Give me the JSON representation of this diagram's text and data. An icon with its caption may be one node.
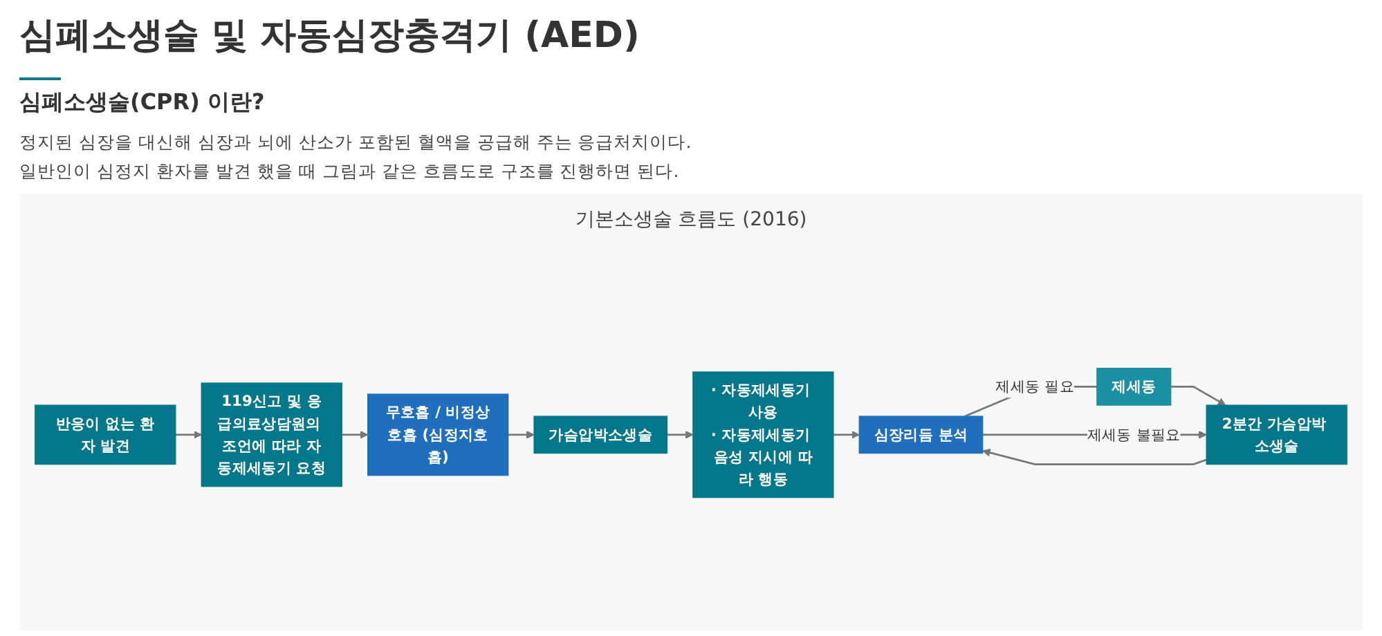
{
  "diagram": {
    "title": "심폐소생술 및 자동심장충격기 (AED)",
    "nodes": [
      {
        "text": [
          "반응이 없는 환자 발견"
        ]
      },
      {
        "text": [
          "119신고 및 응급의료상담원의 조언에 따라 자동제세동기 요청"
        ]
      },
      {
        "text": [
          "무호흡 / 비정상호흡 (심정지호흡)"
        ]
      },
      {
        "text": [
          "가슴압박소생술"
        ]
      },
      {
        "text": [
          "· 자동제세동기 사용",
          "· 자동제세동기 음성 지시에 따라 행동"
        ]
      },
      {
        "text": [
          "심장리듬 분석"
        ]
      },
      {
        "text": [
          "제세동"
        ]
      },
      {
        "text": [
          "2분간 가슴압박 소생술"
        ]
      }
    ],
    "edges": [
      {
        "from": 0,
        "to": 1,
        "arrow": "to"
      },
      {
        "from": 1,
        "to": 2,
        "arrow": "to"
      },
      {
        "from": 2,
        "to": 3,
        "arrow": "to"
      },
      {
        "from": 3,
        "to": 4,
        "arrow": "to"
      },
      {
        "from": 4,
        "to": 5,
        "arrow": "to"
      },
      {
        "from": 5,
        "to": 6,
        "arrow": "none",
        "label": "제세동 필요"
      },
      {
        "from": 6,
        "to": 7,
        "arrow": "to"
      },
      {
        "from": 7,
        "to": 5,
        "arrow": "to"
      },
      {
        "from": 5,
        "to": 7,
        "arrow": "to",
        "label": "제세동 불필요"
      }
    ],
    "labels": [
      "심폐소생술(CPR) 이란?",
      "기본소생술 흐름도 (2016)",
      "정지된 심장을 대신해 심장과 뇌에 산소가 포함된 혈액을 공급해 주는 응급처치이다.",
      "일반인이 심정지 환자를 발견 했을 때 그림과 같은 흐름도로 구조를 진행하면 된다."
    ]
  }
}
